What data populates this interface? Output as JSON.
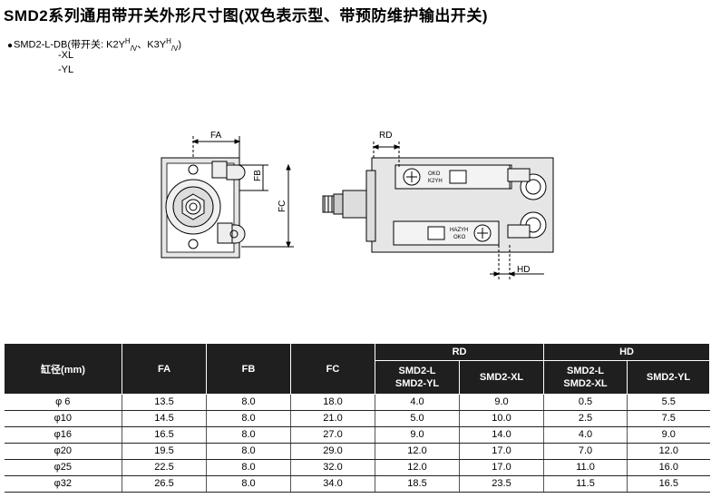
{
  "header": {
    "title": "SMD2系列通用带开关外形尺寸图(双色表示型、带预防维护输出开关)",
    "model_line": "SMD2-L-DB",
    "switch_note_prefix": "(带开关: K2Y",
    "switch_sup1": "H",
    "switch_sub1": "/V",
    "switch_mid": "、K3Y",
    "switch_sup2": "H",
    "switch_sub2": "/V",
    "switch_note_suffix": ")",
    "variant_xl": "-XL",
    "variant_yl": "-YL"
  },
  "drawing": {
    "labels": {
      "fa": "FA",
      "fb": "FB",
      "fc": "FC",
      "rd": "RD",
      "hd": "HD",
      "switch_top_1": "OKO",
      "switch_top_2": "K2YH",
      "switch_bot_1": "HAZYH",
      "switch_bot_2": "OKO"
    }
  },
  "table": {
    "col_bore": "缸径(mm)",
    "col_fa": "FA",
    "col_fb": "FB",
    "col_fc": "FC",
    "col_rd": "RD",
    "col_hd": "HD",
    "sub_l_yl_1": "SMD2-L",
    "sub_l_yl_2": "SMD2-YL",
    "sub_xl": "SMD2-XL",
    "sub_l_xl_1": "SMD2-L",
    "sub_l_xl_2": "SMD2-XL",
    "sub_yl": "SMD2-YL",
    "rows": [
      {
        "bore": "φ 6",
        "fa": "13.5",
        "fb": "8.0",
        "fc": "18.0",
        "rd_l": "4.0",
        "rd_xl": "9.0",
        "hd_l": "0.5",
        "hd_yl": "5.5"
      },
      {
        "bore": "φ10",
        "fa": "14.5",
        "fb": "8.0",
        "fc": "21.0",
        "rd_l": "5.0",
        "rd_xl": "10.0",
        "hd_l": "2.5",
        "hd_yl": "7.5"
      },
      {
        "bore": "φ16",
        "fa": "16.5",
        "fb": "8.0",
        "fc": "27.0",
        "rd_l": "9.0",
        "rd_xl": "14.0",
        "hd_l": "4.0",
        "hd_yl": "9.0"
      },
      {
        "bore": "φ20",
        "fa": "19.5",
        "fb": "8.0",
        "fc": "29.0",
        "rd_l": "12.0",
        "rd_xl": "17.0",
        "hd_l": "7.0",
        "hd_yl": "12.0"
      },
      {
        "bore": "φ25",
        "fa": "22.5",
        "fb": "8.0",
        "fc": "32.0",
        "rd_l": "12.0",
        "rd_xl": "17.0",
        "hd_l": "11.0",
        "hd_yl": "16.0"
      },
      {
        "bore": "φ32",
        "fa": "26.5",
        "fb": "8.0",
        "fc": "34.0",
        "rd_l": "18.5",
        "rd_xl": "23.5",
        "hd_l": "11.5",
        "hd_yl": "16.5"
      }
    ]
  }
}
